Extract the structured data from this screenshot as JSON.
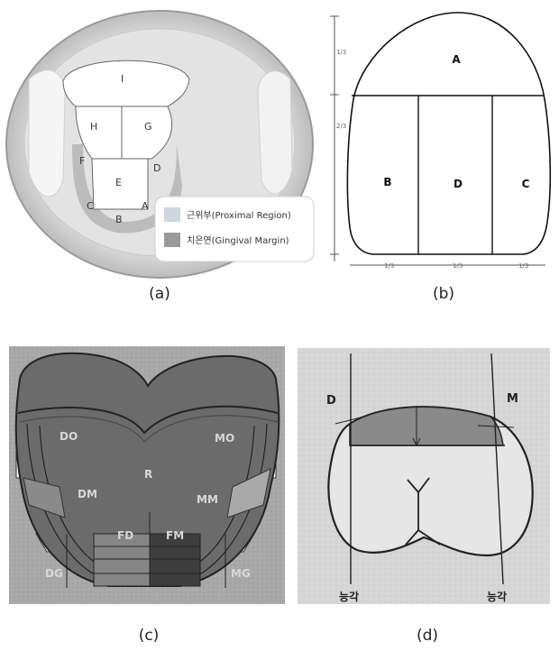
{
  "panel_a": {
    "caption": "(a)",
    "regions": [
      "I",
      "H",
      "G",
      "F",
      "E",
      "D",
      "C",
      "B",
      "A"
    ],
    "legend": [
      {
        "label": "근위부(Proximal Region)",
        "color": "#cdd7e0"
      },
      {
        "label": "치은연(Gingival Margin)",
        "color": "#9a9a9a"
      }
    ]
  },
  "panel_b": {
    "caption": "(b)",
    "regions": [
      "A",
      "B",
      "D",
      "C"
    ],
    "left_dims": [
      "1/3",
      "2/3"
    ],
    "bottom_dims": [
      "1/3",
      "1/3",
      "1/3"
    ]
  },
  "panel_c": {
    "caption": "(c)",
    "regions": [
      "DO",
      "MO",
      "R",
      "DM",
      "MM",
      "FD",
      "FM",
      "DG",
      "MG"
    ]
  },
  "panel_d": {
    "caption": "(d)",
    "points": [
      "D",
      "M"
    ],
    "line_labels": [
      "능각",
      "능각"
    ]
  },
  "colors": {
    "panel_c_bg": "#a5a5a5",
    "panel_c_tooth": "#6b6b6b",
    "panel_d_bg": "#d8d8d8",
    "panel_d_band": "#8a8a8a"
  }
}
